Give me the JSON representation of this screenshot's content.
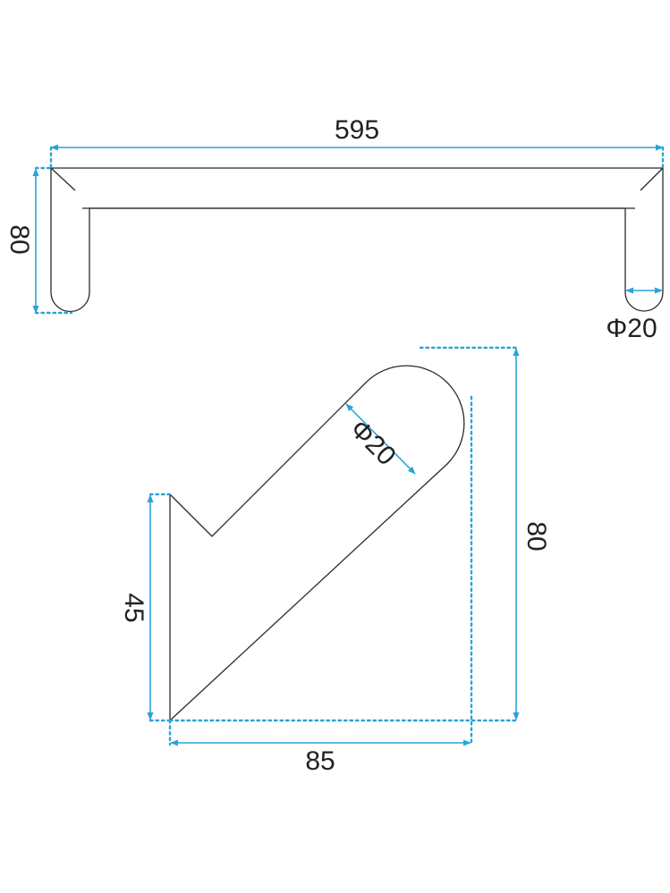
{
  "dimensions": {
    "top_width": "595",
    "top_height": "80",
    "top_diameter": "Φ20",
    "side_diameter": "Φ20",
    "side_height": "80",
    "side_depth": "45",
    "side_width": "85"
  },
  "colors": {
    "dimension_line": "#2aa3d8",
    "outline": "#2b2b2b",
    "text": "#222222"
  }
}
